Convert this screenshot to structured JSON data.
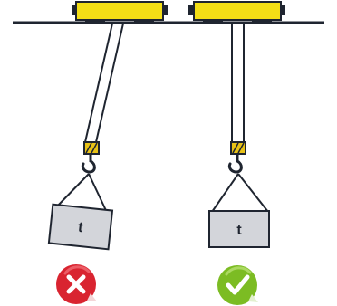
{
  "diagram": {
    "load_label": "t",
    "scenes": [
      {
        "id": "incorrect",
        "verdict": "wrong",
        "badge_icon": "cross-icon",
        "badge_color": "#d92430",
        "rope": "angled"
      },
      {
        "id": "correct",
        "verdict": "right",
        "badge_icon": "check-icon",
        "badge_color": "#7cbc23",
        "rope": "vertical"
      }
    ],
    "colors": {
      "trolley": "#f4df16",
      "beam": "#1f2530",
      "load_fill": "#d3d5da",
      "hook_block": "#e8c217"
    }
  }
}
